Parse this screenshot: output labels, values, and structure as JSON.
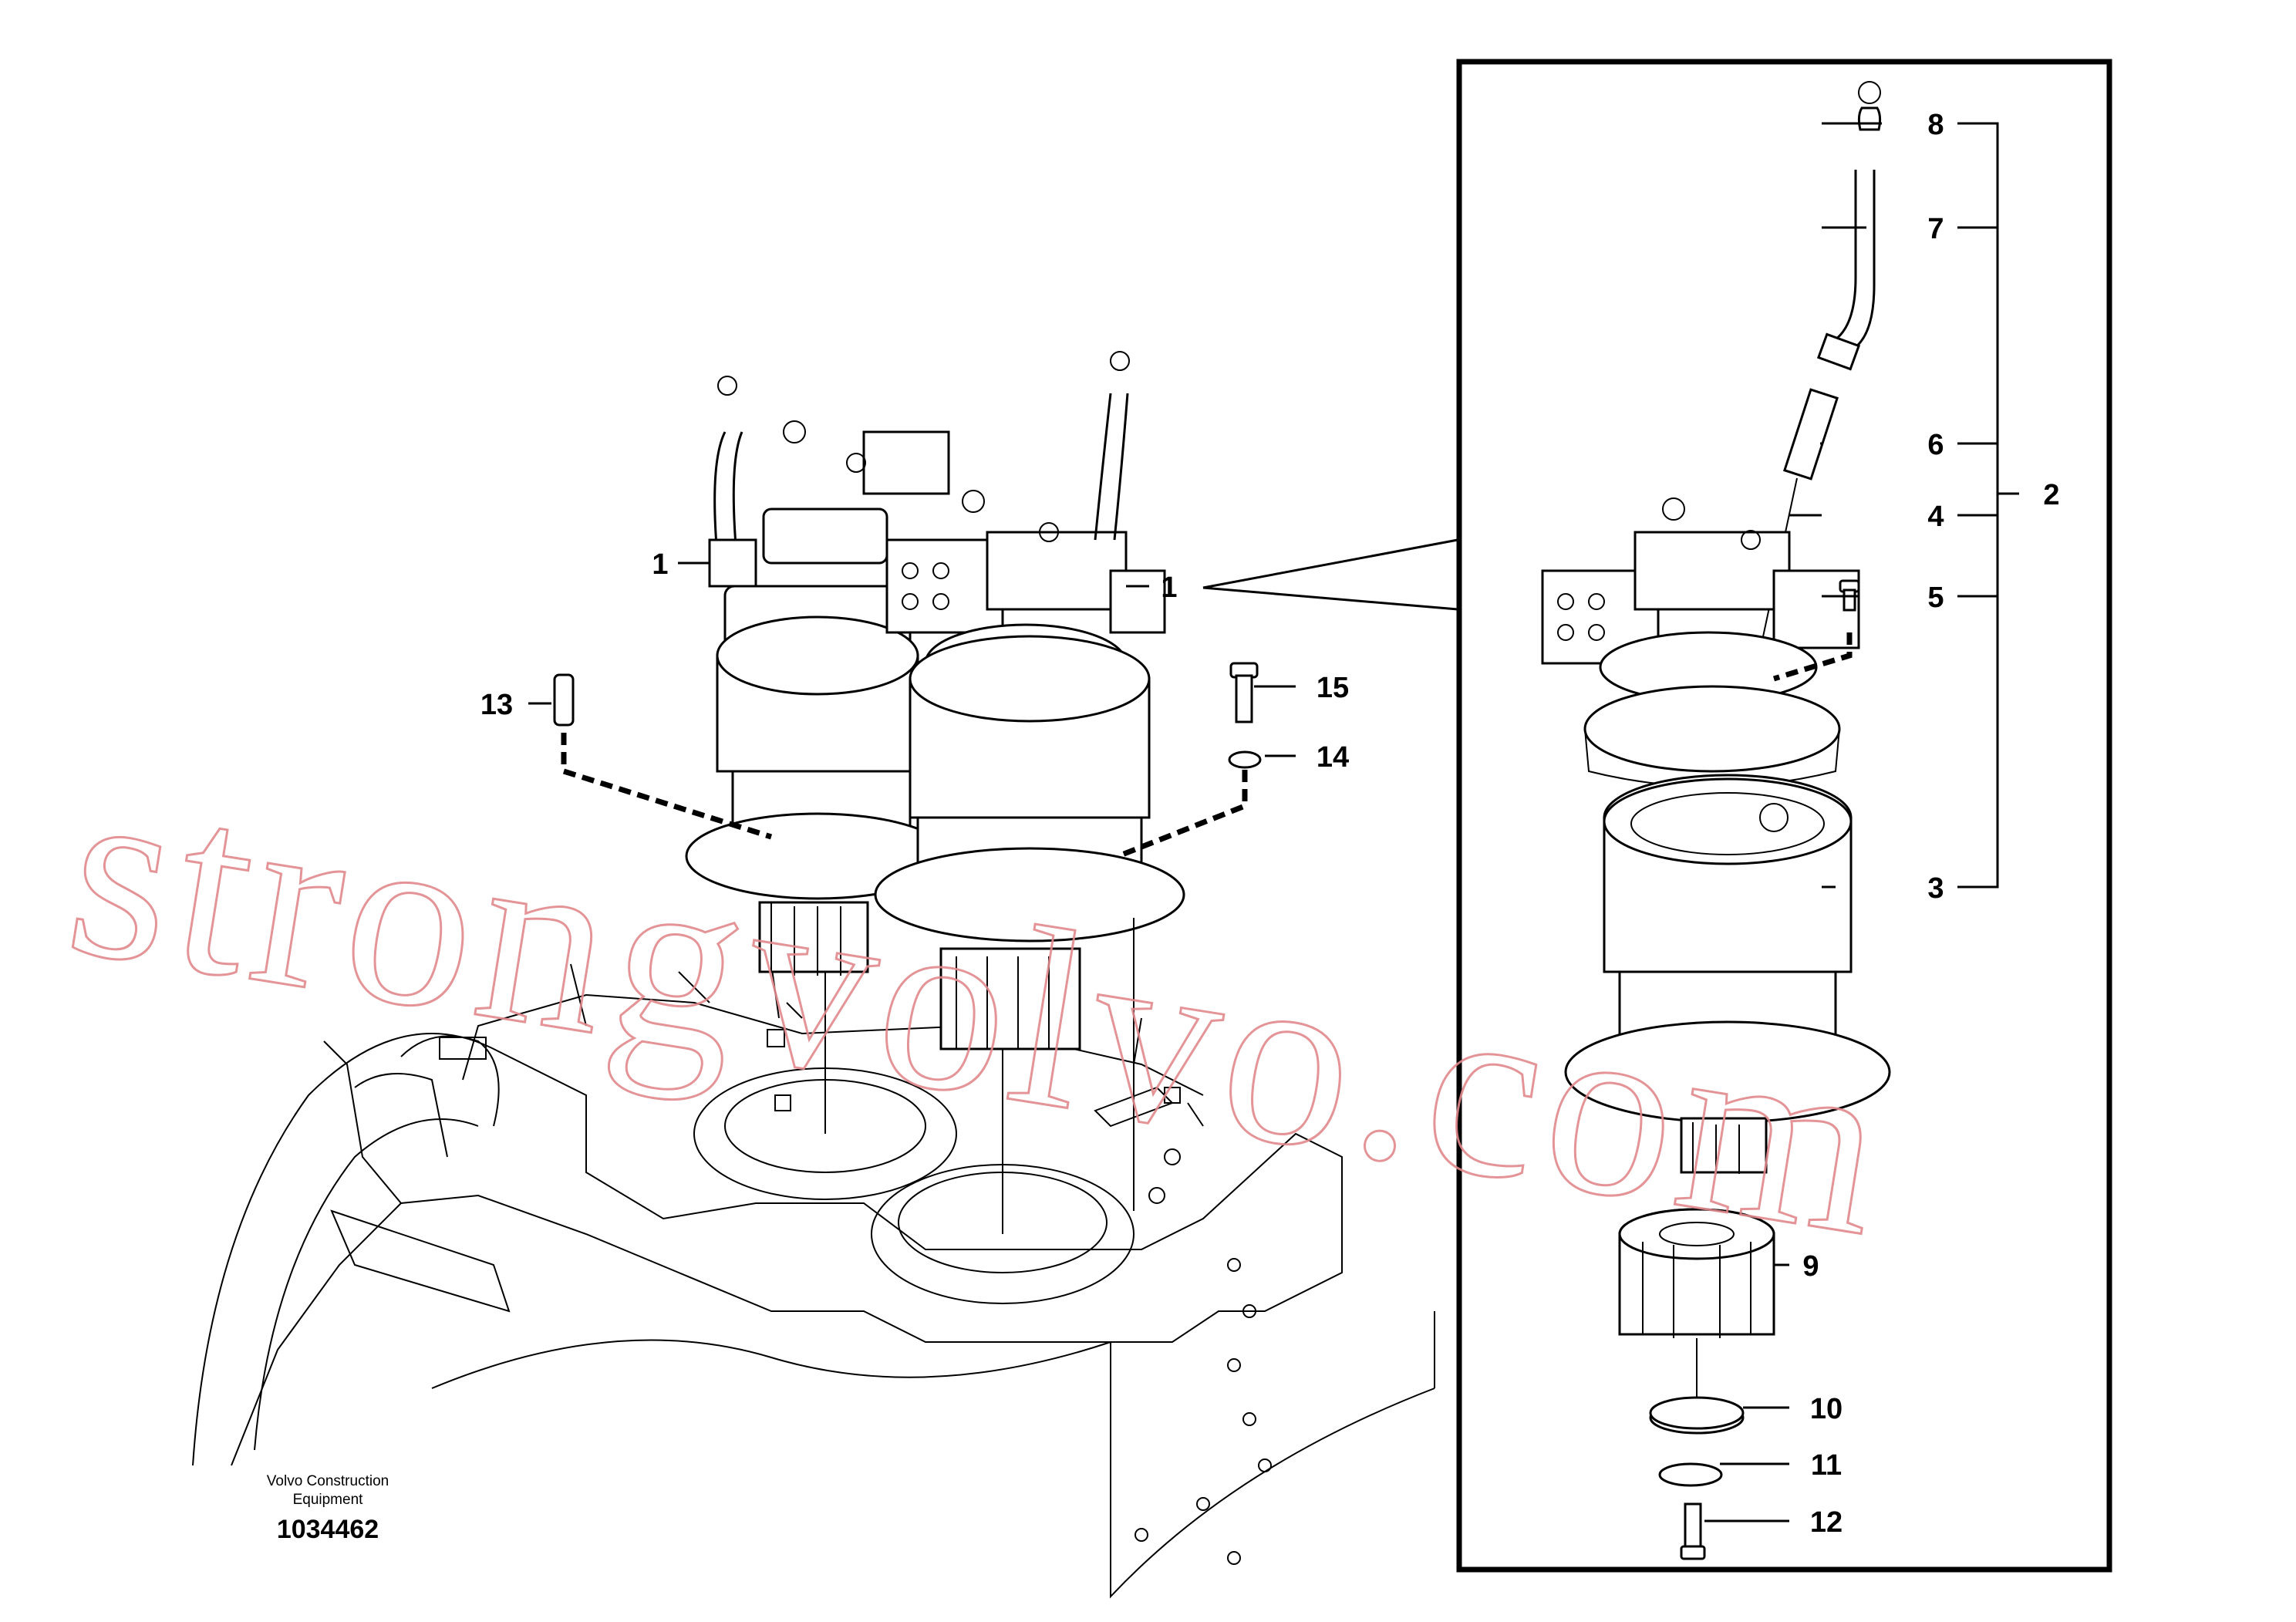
{
  "credit": {
    "line1": "Volvo Construction",
    "line2": "Equipment",
    "doc_number": "1034462"
  },
  "watermark": "strongvolvo.com",
  "callouts": {
    "c1a": "1",
    "c1b": "1",
    "c2": "2",
    "c3": "3",
    "c4": "4",
    "c5": "5",
    "c6": "6",
    "c7": "7",
    "c8": "8",
    "c9": "9",
    "c10": "10",
    "c11": "11",
    "c12": "12",
    "c13": "13",
    "c14": "14",
    "c15": "15"
  }
}
